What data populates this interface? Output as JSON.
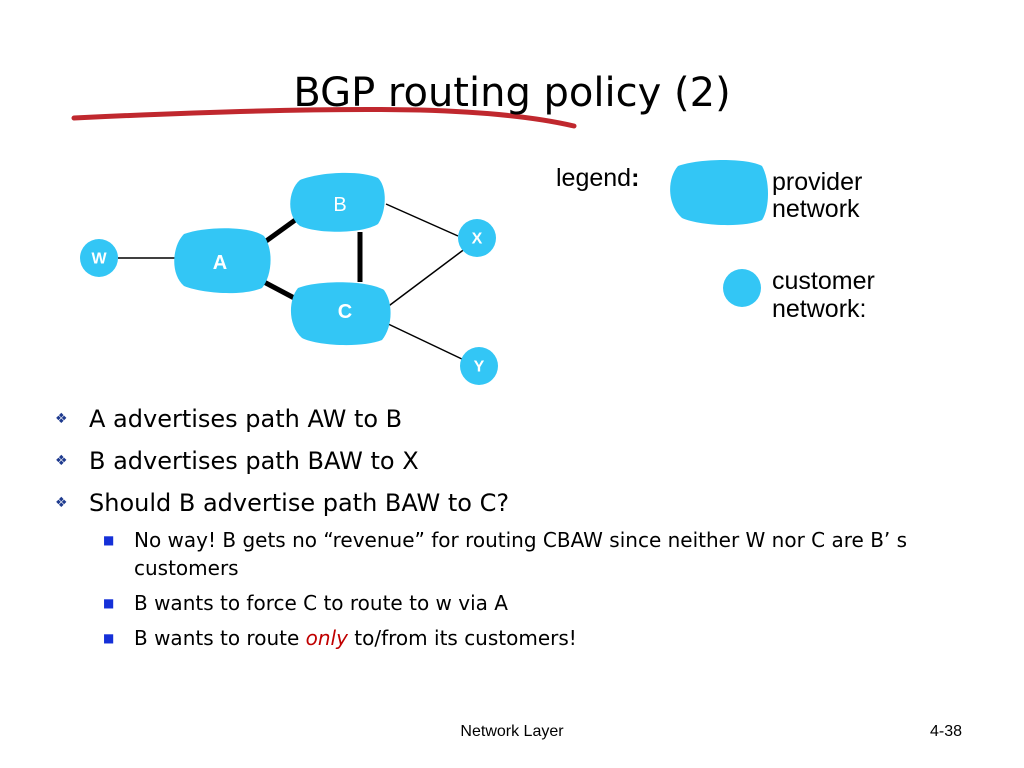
{
  "slide": {
    "title": "BGP routing policy (2)",
    "footer_center": "Network Layer",
    "footer_right": "4-38",
    "colors": {
      "node_fill": "#33c6f5",
      "annotation_stroke": "#c0282e",
      "bullet_mark": "#1f3b8f",
      "emphasis_red": "#c00000"
    }
  },
  "diagram": {
    "nodes": {
      "B": "B",
      "A": "A",
      "C": "C",
      "W": "W",
      "X": "X",
      "Y": "Y"
    }
  },
  "legend": {
    "title": "legend",
    "title_colon": ":",
    "provider_line1": "provider",
    "provider_line2": "network",
    "customer_line1": "customer",
    "customer_line2": "network:"
  },
  "bullets": {
    "items": [
      {
        "marker": "❖",
        "text": "A advertises path AW  to B"
      },
      {
        "marker": "❖",
        "text": "B advertises path BAW to X"
      },
      {
        "marker": "❖",
        "text": "Should B advertise path BAW to C?"
      }
    ],
    "sub_items": [
      {
        "marker": "■",
        "text": "No way! B gets no “revenue” for routing CBAW since neither W nor C are B’ s customers"
      },
      {
        "marker": "■",
        "text": "B wants to force C to route to w via A"
      },
      {
        "marker": "■",
        "prefix": "B wants to route ",
        "emphasis": "only",
        "suffix": " to/from its customers!"
      }
    ]
  }
}
